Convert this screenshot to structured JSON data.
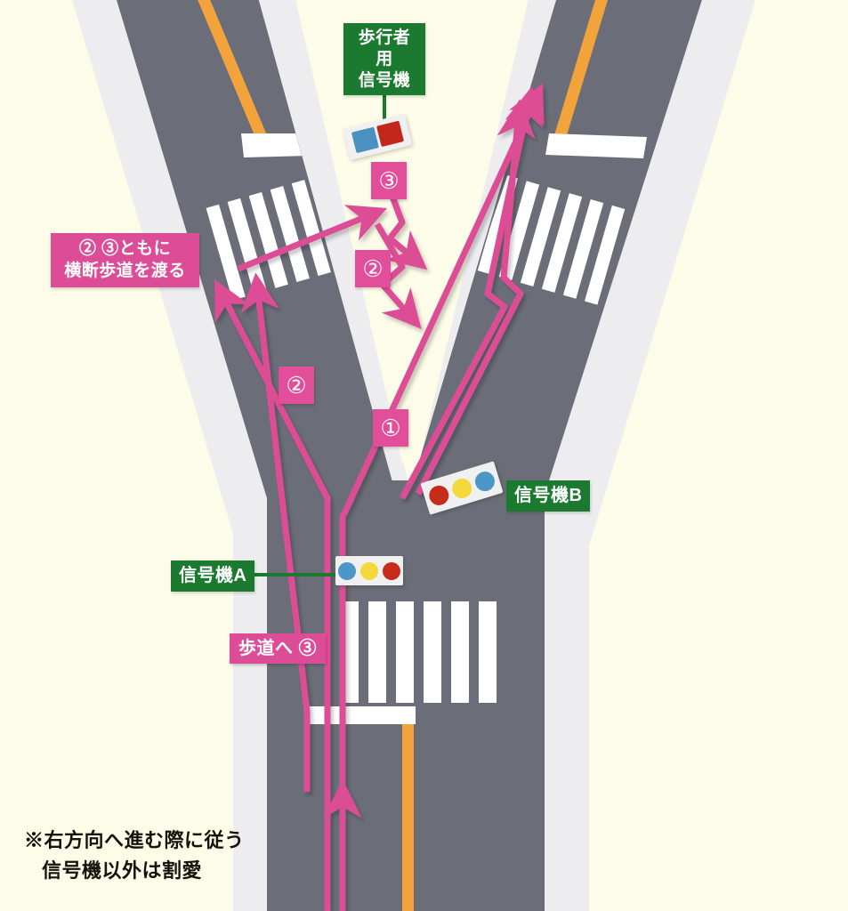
{
  "diagram": {
    "title_note": "※右方向へ進む際に従う信号機以外は割愛",
    "note_line1": "※右方向へ進む際に従う",
    "note_line2": "信号機以外は割愛"
  },
  "colors": {
    "background": "#FDFCE8",
    "sidewalk": "#EDEDEF",
    "asphalt": "#6B6E78",
    "road_marking": "#FFFFFF",
    "center_line": "#F2A33C",
    "route_pink": "#DD4E96",
    "label_green": "#1B7A2F",
    "label_pink": "#DD4D97",
    "lamp_blue": "#4A97C8",
    "lamp_yellow": "#F4D93C",
    "lamp_red": "#C72C1B"
  },
  "labels": {
    "pedestrian_signal": {
      "line1": "歩行者用",
      "line2": "信号機"
    },
    "crosswalk_note": {
      "line1": "② ③ともに",
      "line2": "横断歩道を渡る"
    },
    "signal_a": "信号機A",
    "signal_b": "信号機B",
    "to_sidewalk": "歩道へ ③"
  },
  "route_badges": [
    {
      "id": "badge-1",
      "text": "①"
    },
    {
      "id": "badge-2-upper",
      "text": "②"
    },
    {
      "id": "badge-2-lower",
      "text": "②"
    },
    {
      "id": "badge-3",
      "text": "③"
    }
  ],
  "signals": {
    "signal_a": {
      "name": "信号機A",
      "type": "vehicle",
      "lamps": [
        "blue",
        "yellow",
        "red"
      ],
      "orientation": "horizontal"
    },
    "signal_b": {
      "name": "信号機B",
      "type": "vehicle",
      "lamps": [
        "red",
        "yellow",
        "blue"
      ],
      "orientation": "tilted"
    },
    "pedestrian_signal": {
      "name": "歩行者用信号機",
      "type": "pedestrian",
      "lamps": [
        "blue",
        "red"
      ],
      "orientation": "tilted"
    }
  },
  "routes": [
    {
      "number": "①",
      "description": "右方向へ直進して分岐の右の道へ進む"
    },
    {
      "number": "②",
      "description": "横断歩道を渡って左側へ進む"
    },
    {
      "number": "③",
      "description": "歩道へ出てから横断歩道を渡る"
    }
  ]
}
